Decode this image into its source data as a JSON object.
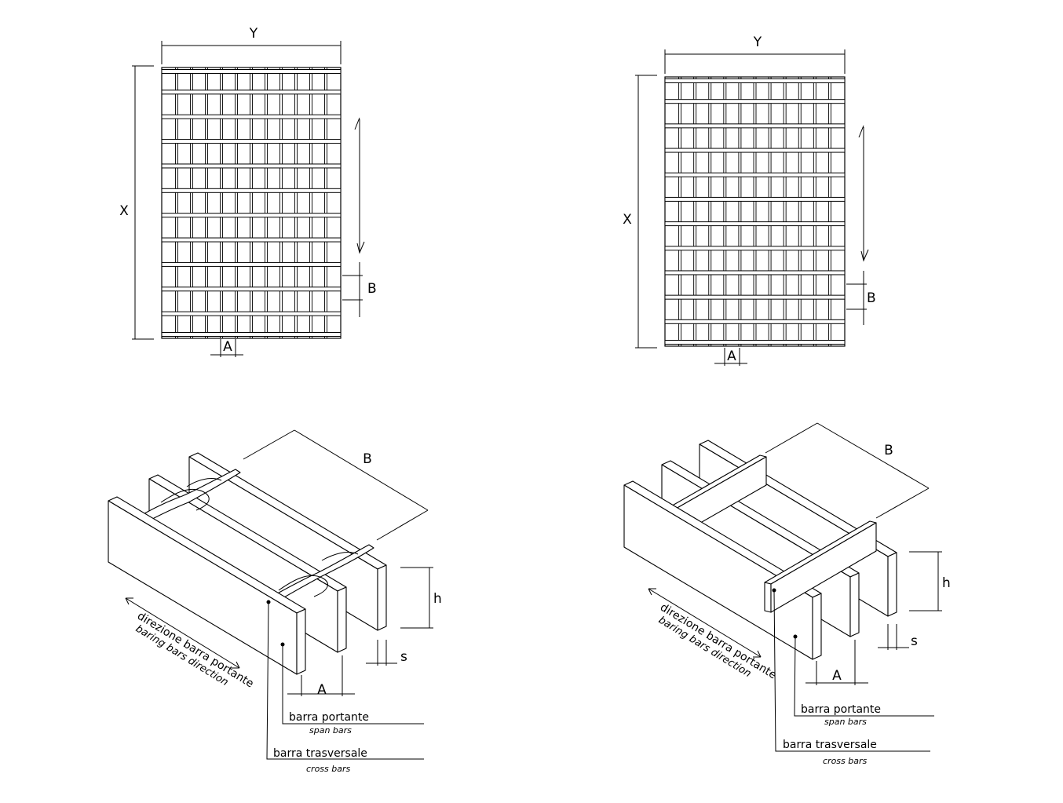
{
  "top_left": {
    "dim_y": "Y",
    "dim_x": "X",
    "dim_b": "B",
    "dim_a": "A"
  },
  "top_right": {
    "dim_y": "Y",
    "dim_x": "X",
    "dim_b": "B",
    "dim_a": "A"
  },
  "bottom_left": {
    "dim_b": "B",
    "dim_h": "h",
    "dim_s": "s",
    "dim_a": "A",
    "direction_it": "direzione barra portante",
    "direction_en": "baring bars direction",
    "span_it": "barra portante",
    "span_en": "span bars",
    "cross_it": "barra trasversale",
    "cross_en": "cross bars"
  },
  "bottom_right": {
    "dim_b": "B",
    "dim_h": "h",
    "dim_s": "s",
    "dim_a": "A",
    "direction_it": "direzione barra portante",
    "direction_en": "baring bars direction",
    "span_it": "barra portante",
    "span_en": "span bars",
    "cross_it": "barra trasversale",
    "cross_en": "cross bars"
  }
}
